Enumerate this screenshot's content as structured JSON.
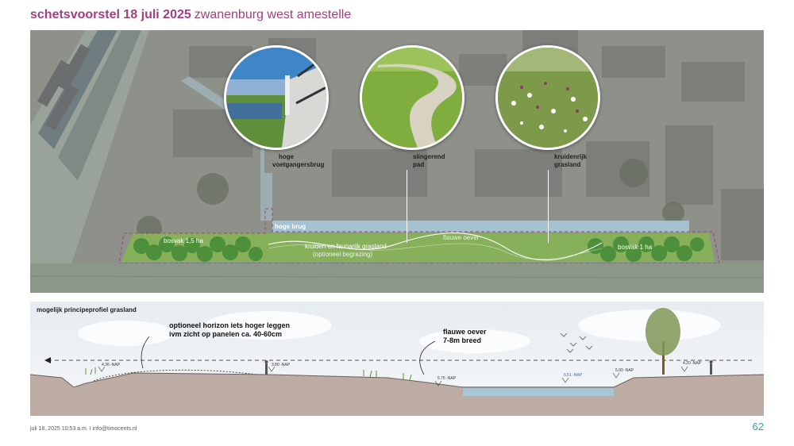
{
  "header": {
    "title_bold": "schetsvoorstel 18 juli 2025",
    "title_place": "zwanenburg west amestelle"
  },
  "map": {
    "callouts": [
      {
        "text": "hoge voetgangersbrug",
        "line1": "hoge",
        "line2": "voetgangersbrug"
      },
      {
        "text": "slingerend pad",
        "line1": "slingerend",
        "line2": "pad"
      },
      {
        "text": "kruidenrijk grasland",
        "line1": "kruidenrijk",
        "line2": "grasland"
      }
    ],
    "labels": {
      "bridge": "hoge brug",
      "woods_left": "bosvak 1,5 ha",
      "woods_right": "bosvak 1 ha",
      "grass_line1": "kruiden en faunarijk grasland",
      "grass_line2": "(optioneel begrazing)",
      "shore": "flauwe oever"
    }
  },
  "section": {
    "title": "mogelijk principeprofiel grasland",
    "note_horizon_line1": "optioneel horizon iets hoger leggen",
    "note_horizon_line2": "ivm zicht op panelen ca. 40-60cm",
    "note_shore_line1": "flauwe oever",
    "note_shore_line2": "7-8m breed",
    "levels": {
      "l1": "4.36 -NAP",
      "l2": "3.80 -NAP",
      "l3": "5.75 -NAP",
      "l4": "5.51 -NAP",
      "l5": "5.00 -NAP",
      "l6": "4.20 -NAP"
    }
  },
  "footer": {
    "meta": "juli 18, 2025 10:53 a.m. I info@timocents.nl",
    "page": "62"
  },
  "colors": {
    "title": "#a2407f",
    "page_number": "#3aa0b5",
    "woods": "#4e8f3c",
    "grass": "#86b05a",
    "water": "#a9c6d6"
  }
}
